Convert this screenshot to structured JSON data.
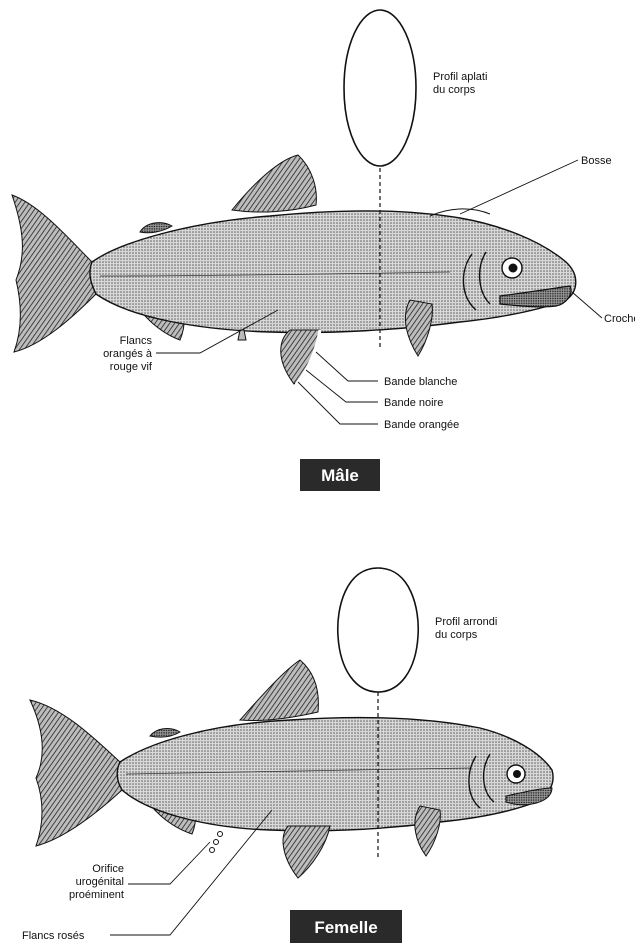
{
  "male": {
    "profile_label": [
      "Profil aplati",
      "du corps"
    ],
    "hump_label": "Bosse",
    "hook_label": "Crochet",
    "flanks_label": [
      "Flancs",
      "orangés à",
      "rouge vif"
    ],
    "white_band_label": "Bande blanche",
    "black_band_label": "Bande noire",
    "orange_band_label": "Bande orangée",
    "badge": "Mâle"
  },
  "female": {
    "profile_label": [
      "Profil arrondi",
      "du corps"
    ],
    "orifice_label": [
      "Orifice",
      "urogénital",
      "proéminent"
    ],
    "flanks_label": "Flancs rosés",
    "badge": "Femelle"
  },
  "colors": {
    "badge_bg": "#2a2a2a",
    "ink": "#111111"
  }
}
